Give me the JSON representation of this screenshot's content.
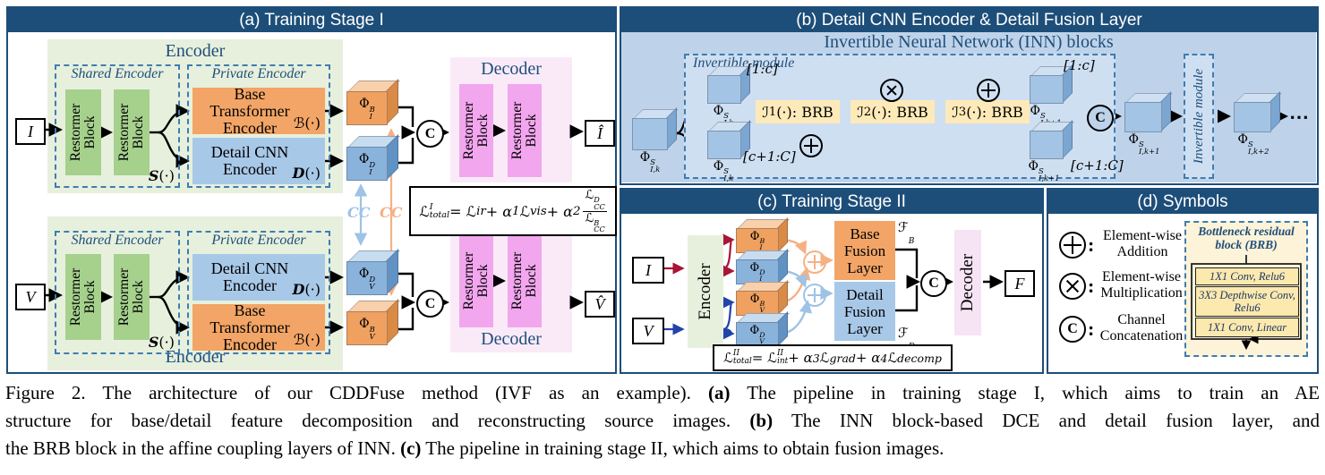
{
  "colors": {
    "navy": "#1d4e79",
    "text_navy": "#1f4e79",
    "panel_b_bg": "#bed3ea",
    "module_bg": "#cfdff2",
    "green_bg": "#e7f0dd",
    "green_block": "#a5d18d",
    "orange_block": "#f2a566",
    "blue_block": "#a8c8e8",
    "decoder_bg": "#faeaf8",
    "pink_block": "#f2a6ee",
    "brb_yellow": "#fdeab8",
    "brb_cream": "#fdf3d8",
    "yellow_box": "#fbe9ae",
    "cc_blue": "#9dc3e6",
    "cc_orange": "#f5b183",
    "arrow_red": "#a81535",
    "arrow_blue": "#2244aa"
  },
  "figure": {
    "panels": {
      "a": {
        "header": "(a) Training Stage I",
        "encoder_label": "Encoder",
        "decoder_label": "Decoder",
        "shared_encoder_label": "Shared Encoder",
        "private_encoder_label": "Private Encoder",
        "restormer": "Restormer Block",
        "base_transformer_encoder": "Base Transformer Encoder",
        "detail_cnn_encoder": "Detail CNN Encoder",
        "shared_fn_html": "<i><b>S</b></i>(·)",
        "base_fn_html": "ℬ(·)",
        "detail_fn_html": "<i><b>D</b></i>(·)",
        "input_top": "I",
        "input_bottom": "V",
        "output_top": "Î",
        "output_bottom": "V̂",
        "phi_ib_html": "Φ<span class='ss'><span>B</span><span>I</span></span>",
        "phi_id_html": "Φ<span class='ss'><span>D</span><span>I</span></span>",
        "phi_vd_html": "Φ<span class='ss'><span>D</span><span>V</span></span>",
        "phi_vb_html": "Φ<span class='ss'><span>B</span><span>V</span></span>",
        "cc_label": "CC",
        "concat_label": "C",
        "loss_html": "ℒ<span class='ss'><span>I</span><span>total</span></span> = ℒ<sub>ir</sub> + α<sub>1</sub>ℒ<sub>vis</sub> + α<sub>2</sub><span class='frac'><span class='fn'>ℒ<span class='ss'><span>D</span><span>CC</span></span></span><span>ℒ<span class='ss'><span>B</span><span>CC</span></span></span></span>"
      },
      "b": {
        "header": "(b) Detail CNN Encoder & Detail Fusion Layer",
        "title": "Invertible Neural Network (INN) blocks",
        "module_label": "Invertible module",
        "module2_label": "Invertible module",
        "phi_in_html": "Φ<span class='ss'><span>S</span><span>I,k</span></span>",
        "phi_top_html": "Φ<span class='ss'><span>S</span><span>I,k</span></span>",
        "phi_bot_html": "Φ<span class='ss'><span>S</span><span>I,k</span></span>",
        "slice_top": "[1:c]",
        "slice_bot": "[c+1:C]",
        "brb1_html": "ℐ<sub>1</sub>(·): BRB",
        "brb2_html": "ℐ<sub>2</sub>(·): BRB",
        "brb3_html": "ℐ<sub>3</sub>(·): BRB",
        "phi_out_top_html": "Φ<span class='ss'><span>S</span><span>I,k+1</span></span>",
        "phi_out_bot_html": "Φ<span class='ss'><span>S</span><span>I,k+1</span></span>",
        "phi_next_html": "Φ<span class='ss'><span>S</span><span>I,k+1</span></span>",
        "phi_next2_html": "Φ<span class='ss'><span>S</span><span>I,k+2</span></span>",
        "concat_label": "C",
        "dots": "⋯"
      },
      "c": {
        "header": "(c) Training Stage II",
        "input_top": "I",
        "input_bottom": "V",
        "encoder_label": "Encoder",
        "decoder_label": "Decoder",
        "output": "F",
        "phi_ib_html": "Φ<span class='ss'><span>B</span><span>I</span></span>",
        "phi_id_html": "Φ<span class='ss'><span>D</span><span>I</span></span>",
        "phi_vb_html": "Φ<span class='ss'><span>B</span><span>V</span></span>",
        "phi_vd_html": "Φ<span class='ss'><span>D</span><span>V</span></span>",
        "base_fusion": "Base Fusion Layer",
        "detail_fusion": "Detail Fusion Layer",
        "fb_html": "ℱ<span class='ss'><span>&nbsp;</span><span>B</span></span>",
        "fd_html": "ℱ<span class='ss'><span>&nbsp;</span><span>D</span></span>",
        "concat_label": "C",
        "loss_html": "ℒ<span class='ss'><span>II</span><span>total</span></span> = ℒ<span class='ss'><span>II</span><span>int</span></span> + α<sub>3</sub>ℒ<sub>grad</sub> + α<sub>4</sub>ℒ<sub>decomp</sub>"
      },
      "d": {
        "header": "(d) Symbols",
        "colon": ":",
        "concat_label": "C",
        "items": [
          {
            "label_html": "Element-wise<br>Addition"
          },
          {
            "label_html": "Element-wise<br>Multiplication"
          },
          {
            "label_html": "Channel<br>Concatenation"
          }
        ],
        "brb_title_html": "Bottleneck residual<br>block (BRB)",
        "layers": [
          "1X1 Conv, Relu6",
          "3X3 Depthwise Conv, Relu6",
          "1X1 Conv, Linear"
        ]
      }
    },
    "caption": {
      "lines": [
        "Figure 2. The architecture of our CDDFuse method (IVF as an example). <b>(a)</b> The pipeline in training stage I, which aims to train an AE",
        "structure for base/detail feature decomposition and reconstructing source images. <b>(b)</b> The INN block-based DCE and detail fusion layer, and",
        "the BRB block in the affine coupling layers of INN. <b>(c)</b> The pipeline in training stage II, which aims to obtain fusion images."
      ]
    }
  }
}
